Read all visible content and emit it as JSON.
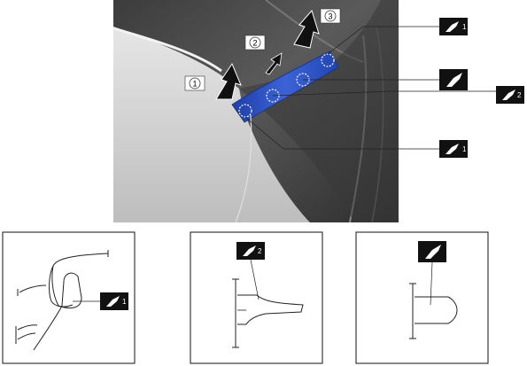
{
  "steps": [
    {
      "label": "1"
    },
    {
      "label": "2"
    },
    {
      "label": "3"
    }
  ],
  "callouts": {
    "clip_type_1": {
      "icon": "clip-icon",
      "sub": "1"
    },
    "clip_type_2": {
      "icon": "clip-icon",
      "sub": "2"
    },
    "clip_plain": {
      "icon": "clip-icon",
      "sub": ""
    }
  },
  "colors": {
    "strip": "#2f55c9",
    "photo_dark": "#4a4a4a",
    "badge": "#111111"
  }
}
